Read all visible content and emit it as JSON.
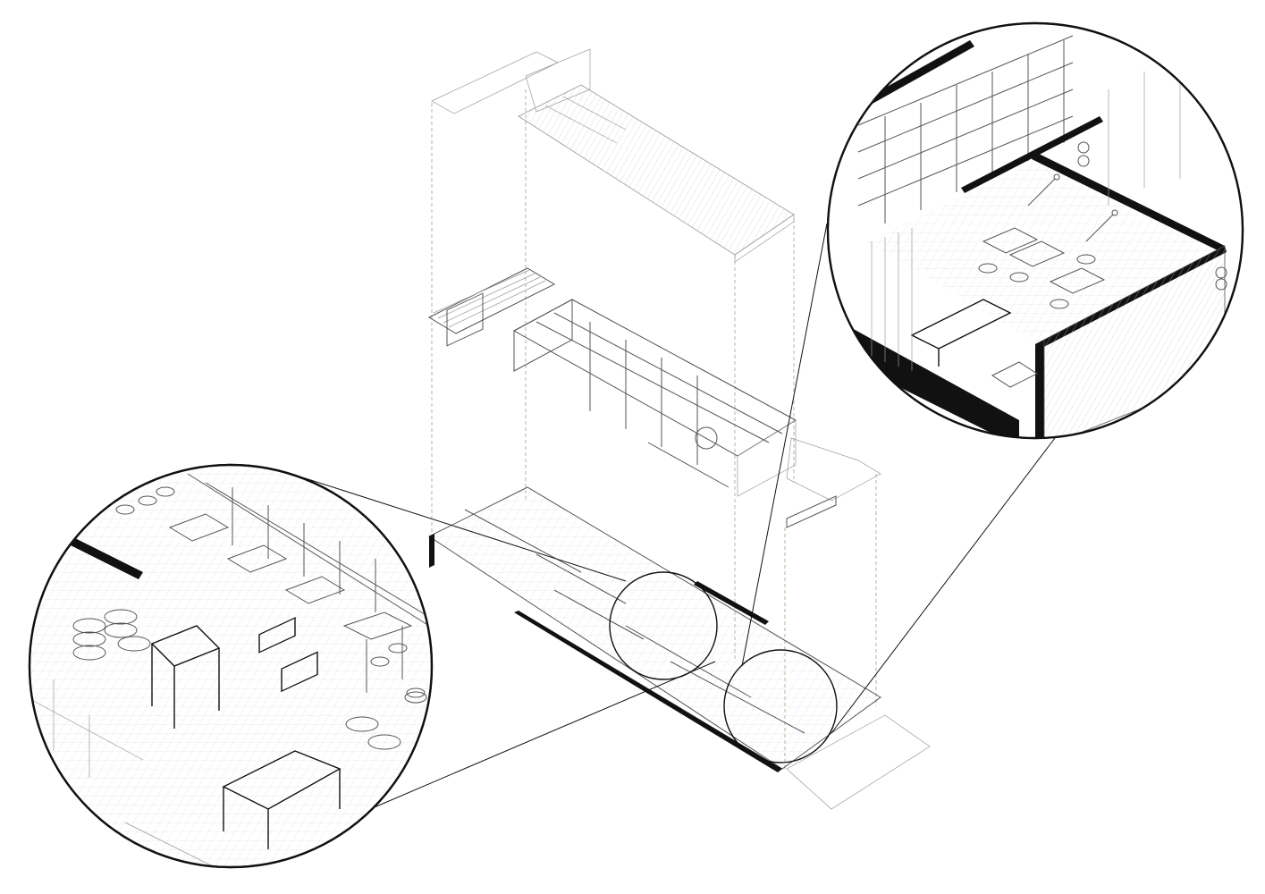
{
  "figure": {
    "kind": "exploded isometric architectural drawing",
    "colors": {
      "ink": "#111111",
      "line": "#555555",
      "light_line": "#9a9a9a",
      "guide": "#b8a98a",
      "background": "#ffffff"
    },
    "layers": [
      "roof",
      "ceiling-structure",
      "floor-plan"
    ],
    "callouts": [
      "detail-left",
      "detail-right"
    ]
  }
}
